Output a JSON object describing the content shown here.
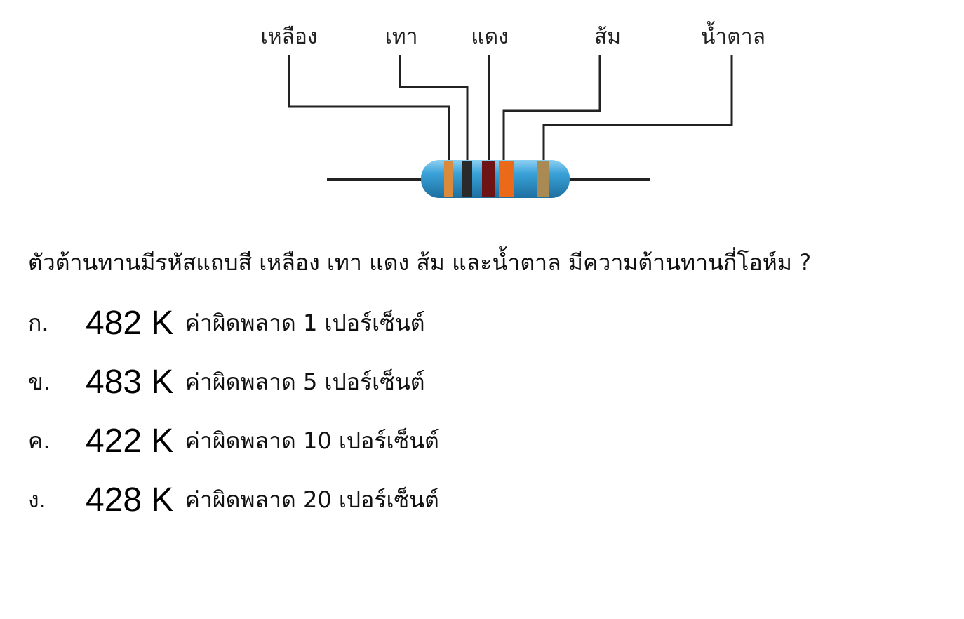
{
  "diagram": {
    "band_labels": {
      "band1": "เหลือง",
      "band2": "เทา",
      "band3": "แดง",
      "band4": "ส้ม",
      "band5": "น้ำตาล"
    },
    "colors": {
      "body": "#3aa2d8",
      "band1": "#d98a3a",
      "band2": "#2a2a2a",
      "band3": "#6e1414",
      "band4": "#ea6a1a",
      "band5": "#a88a52",
      "lead": "#222222"
    }
  },
  "question": "ตัวต้านทานมีรหัสแถบสี เหลือง เทา แดง ส้ม และน้ำตาล มีความต้านทานกี่โอห์ม ?",
  "options": [
    {
      "letter": "ก.",
      "value": "482 K",
      "tolerance": "ค่าผิดพลาด 1 เปอร์เซ็นต์"
    },
    {
      "letter": "ข.",
      "value": "483 K",
      "tolerance": "ค่าผิดพลาด 5 เปอร์เซ็นต์"
    },
    {
      "letter": "ค.",
      "value": "422 K",
      "tolerance": "ค่าผิดพลาด 10 เปอร์เซ็นต์"
    },
    {
      "letter": "ง.",
      "value": "428 K",
      "tolerance": "ค่าผิดพลาด 20 เปอร์เซ็นต์"
    }
  ]
}
